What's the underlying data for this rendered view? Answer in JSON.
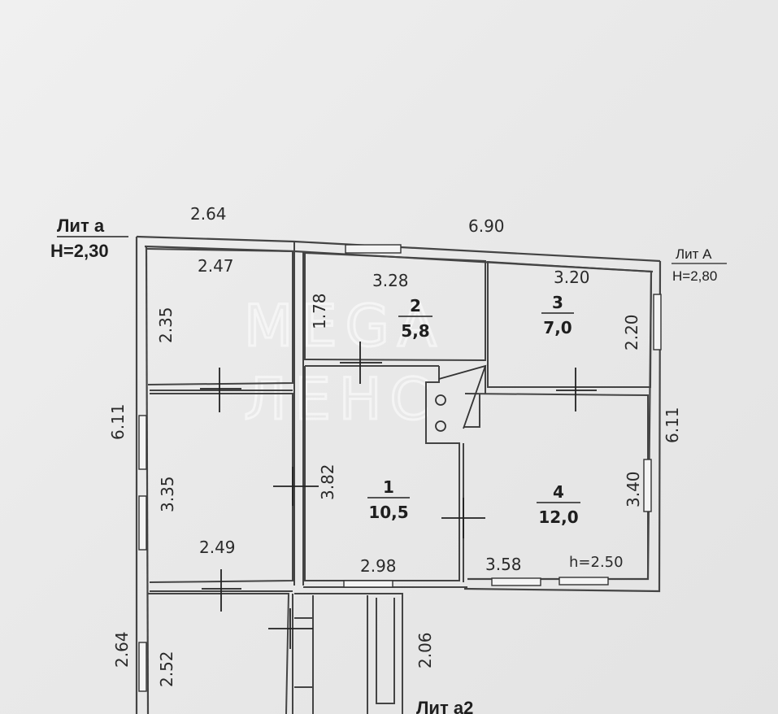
{
  "labels": {
    "lit_a": "Лит а",
    "lit_a_height": "H=2,30",
    "lit_A": "Лит А",
    "lit_A_height": "H=2,80",
    "lit_a2": "Лит а2"
  },
  "watermark": {
    "line1": "MEGA",
    "line2": "ЛЕНС"
  },
  "overall_dimensions": {
    "top_left": "2.64",
    "top_right": "6.90",
    "left_height": "6.11",
    "right_height": "6.11",
    "bottom_left_height": "2.64"
  },
  "rooms": [
    {
      "number": "1",
      "area": "10,5"
    },
    {
      "number": "2",
      "area": "5,8"
    },
    {
      "number": "3",
      "area": "7,0"
    },
    {
      "number": "4",
      "area": "12,0"
    }
  ],
  "inner_dimensions": {
    "tl_width": "2.47",
    "tl_height": "2.35",
    "ml_height": "3.35",
    "ml_width": "2.49",
    "r2_width": "3.28",
    "r2_height": "1.78",
    "r3_width": "3.20",
    "r3_height": "2.20",
    "r1_height": "3.82",
    "r1_width": "2.98",
    "r4_width": "3.58",
    "r4_height": "3.40",
    "r4_ceiling": "h=2.50",
    "bl_height": "2.52",
    "corridor_height": "2.06"
  },
  "colors": {
    "wall": "#4a4a4a",
    "line": "#2a2a2a",
    "paper": "#ececec"
  }
}
